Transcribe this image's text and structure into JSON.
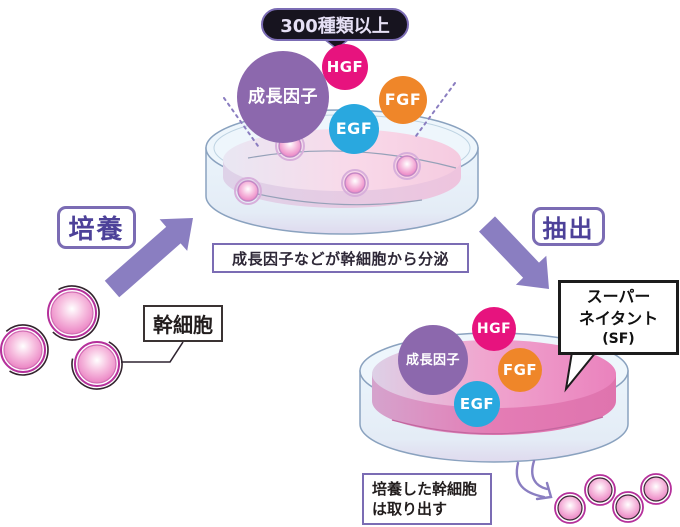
{
  "badge": {
    "label": "300種類以上"
  },
  "factors": {
    "growth_factor": "成長因子",
    "hgf": "HGF",
    "fgf": "FGF",
    "egf": "EGF"
  },
  "steps": {
    "culture": "培養",
    "extract": "抽出"
  },
  "labels": {
    "stem_cell": "幹細胞",
    "supernatant_line1": "スーパー",
    "supernatant_line2": "ネイタント",
    "supernatant_line3": "(SF)",
    "caption_top_dish": "成長因子などが幹細胞から分泌",
    "caption_bottom_line1": "培養した幹細胞",
    "caption_bottom_line2": "は取り出す"
  },
  "colors": {
    "growth_factor_purple": "#8c68ad",
    "hgf_magenta": "#e7137e",
    "fgf_orange": "#ef8629",
    "egf_cyan": "#29a8df",
    "arrow_purple": "#8a7ec1",
    "label_border_purple": "#7b6cb4",
    "label_text_purple": "#4d4199",
    "badge_fill": "#17141f",
    "cell_pink": "#ee93cb"
  }
}
